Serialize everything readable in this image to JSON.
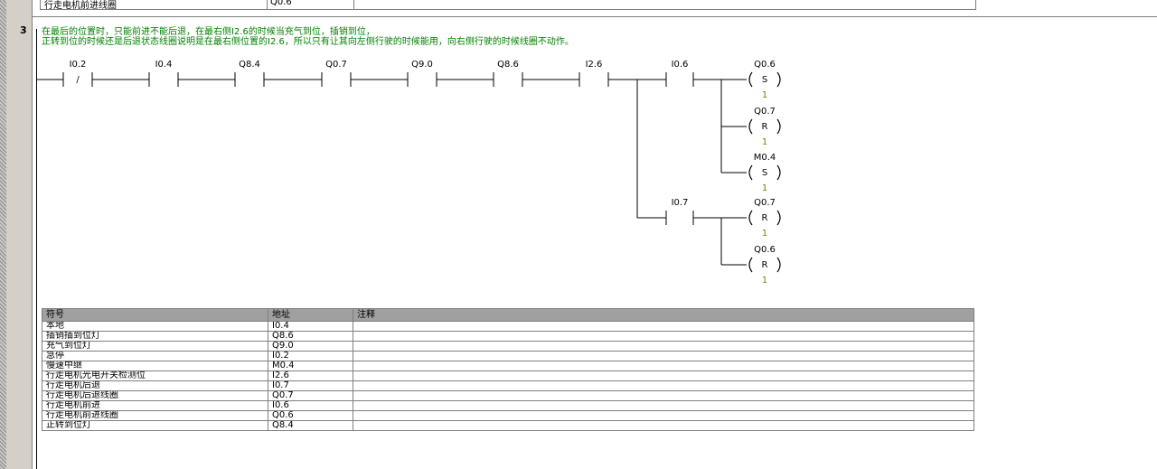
{
  "prev_row": {
    "symbol": "行走电机前进线圈",
    "address": "Q0.6"
  },
  "network": {
    "number": "3",
    "comment_line1": "在最后的位置时，只能前进不能后退，在最右侧I2.6的时候当充气到位，插销到位，",
    "comment_line2": "正转到位的时候还是后退状态线圈说明是在最右侧位置的I2.6，所以只有让其向左侧行驶的时候能用，向右侧行驶的时候线圈不动作。"
  },
  "contacts": [
    {
      "addr": "I0.2",
      "negated": true
    },
    {
      "addr": "I0.4",
      "negated": false
    },
    {
      "addr": "Q8.4",
      "negated": false
    },
    {
      "addr": "Q0.7",
      "negated": false
    },
    {
      "addr": "Q9.0",
      "negated": false
    },
    {
      "addr": "Q8.6",
      "negated": false
    },
    {
      "addr": "I2.6",
      "negated": false
    }
  ],
  "contact_symbols": {
    "normal": "",
    "negated": "/"
  },
  "branch_contacts": [
    {
      "addr": "I0.6"
    },
    {
      "addr": "I0.7"
    }
  ],
  "coils": [
    {
      "addr": "Q0.6",
      "type": "S",
      "n": "1"
    },
    {
      "addr": "Q0.7",
      "type": "R",
      "n": "1"
    },
    {
      "addr": "M0.4",
      "type": "S",
      "n": "1"
    },
    {
      "addr": "Q0.7",
      "type": "R",
      "n": "1"
    },
    {
      "addr": "Q0.6",
      "type": "R",
      "n": "1"
    }
  ],
  "symbol_table": {
    "headers": [
      "符号",
      "地址",
      "注释"
    ],
    "rows": [
      {
        "symbol": "本地",
        "address": "I0.4",
        "comment": ""
      },
      {
        "symbol": "插销插到位灯",
        "address": "Q8.6",
        "comment": ""
      },
      {
        "symbol": "充气到位灯",
        "address": "Q9.0",
        "comment": ""
      },
      {
        "symbol": "急停",
        "address": "I0.2",
        "comment": ""
      },
      {
        "symbol": "慢速中继",
        "address": "M0.4",
        "comment": ""
      },
      {
        "symbol": "行走电机光电开关检测位",
        "address": "I2.6",
        "comment": ""
      },
      {
        "symbol": "行走电机后退",
        "address": "I0.7",
        "comment": ""
      },
      {
        "symbol": "行走电机后退线圈",
        "address": "Q0.7",
        "comment": ""
      },
      {
        "symbol": "行走电机前进",
        "address": "I0.6",
        "comment": ""
      },
      {
        "symbol": "行走电机前进线圈",
        "address": "Q0.6",
        "comment": ""
      },
      {
        "symbol": "正转到位灯",
        "address": "Q8.4",
        "comment": ""
      }
    ]
  },
  "colors": {
    "comment": "#008000",
    "coil_count": "#808000",
    "header_bg": "#a0a0a0",
    "gutter": "#d4d0c8"
  }
}
